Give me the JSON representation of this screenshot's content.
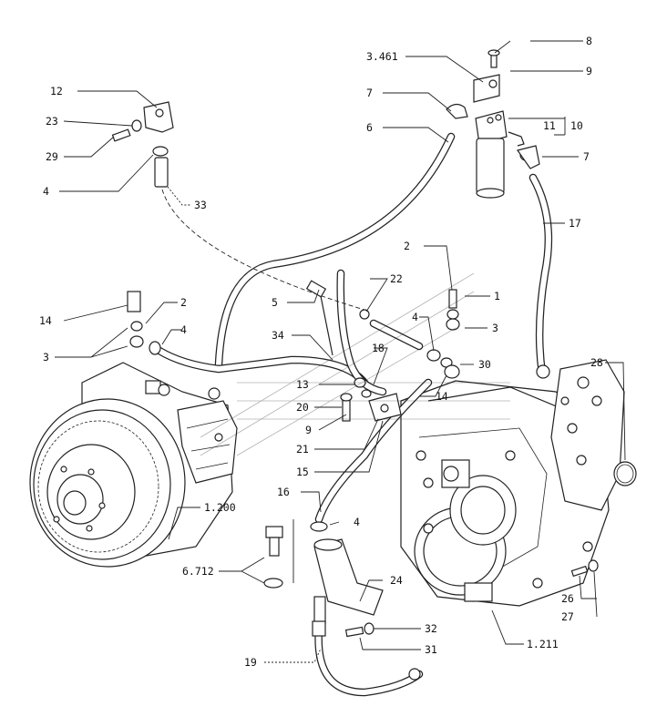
{
  "callouts": {
    "c_8": "8",
    "c_3461": "3.461",
    "c_9a": "9",
    "c_7a": "7",
    "c_11": "11",
    "c_10": "10",
    "c_6": "6",
    "c_7b": "7",
    "c_12": "12",
    "c_23": "23",
    "c_29": "29",
    "c_4a": "4",
    "c_33": "33",
    "c_17": "17",
    "c_2a": "2",
    "c_22": "22",
    "c_5": "5",
    "c_1": "1",
    "c_2b": "2",
    "c_14a": "14",
    "c_4b": "4",
    "c_4c": "4",
    "c_3a": "3",
    "c_3b": "3",
    "c_34": "34",
    "c_18": "18",
    "c_30": "30",
    "c_28": "28",
    "c_13": "13",
    "c_14b": "14",
    "c_20": "20",
    "c_9b": "9",
    "c_21": "21",
    "c_15": "15",
    "c_16": "16",
    "c_1200": "1.200",
    "c_4d": "4",
    "c_6712": "6.712",
    "c_24": "24",
    "c_26": "26",
    "c_27": "27",
    "c_32": "32",
    "c_31": "31",
    "c_1211": "1.211",
    "c_19": "19"
  }
}
